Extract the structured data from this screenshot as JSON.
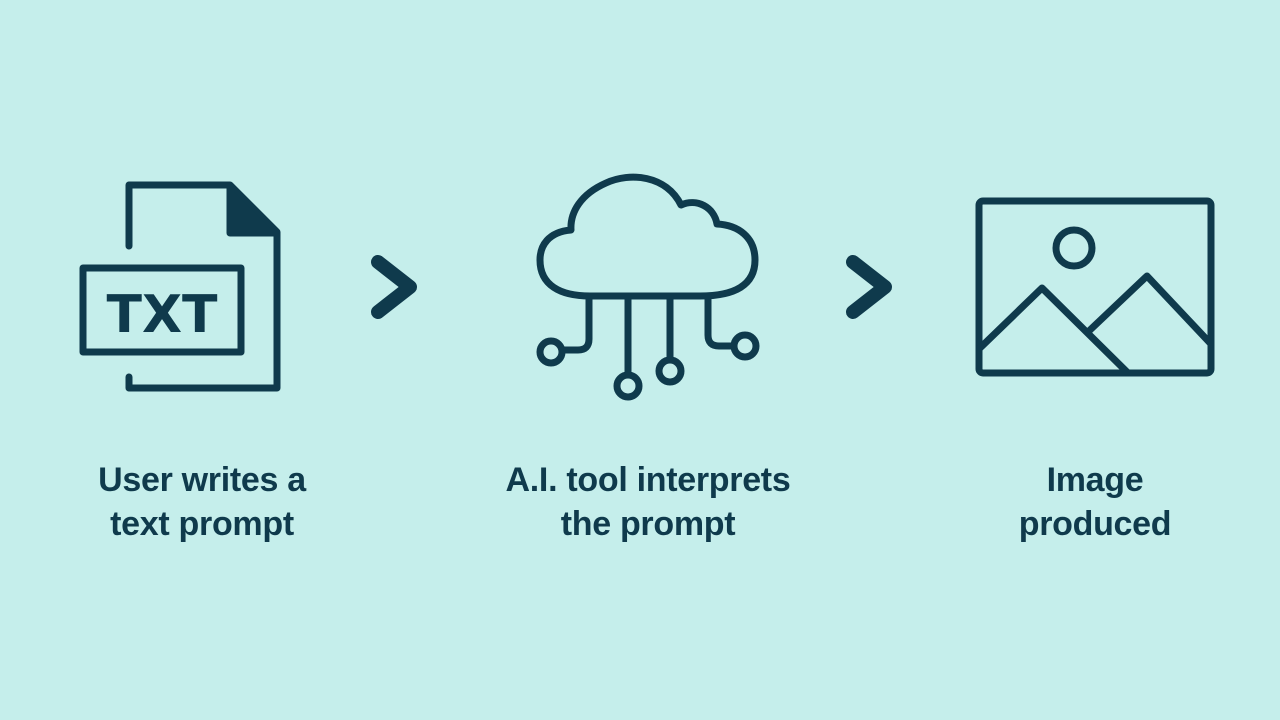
{
  "colors": {
    "background": "#c5eeeb",
    "ink": "#0f3a4c"
  },
  "icons": {
    "step1": "txt-file-icon",
    "arrow1": "chevron-right-icon",
    "step2": "ai-cloud-network-icon",
    "arrow2": "chevron-right-icon",
    "step3": "image-landscape-icon"
  },
  "file_icon_text": "TXT",
  "steps": [
    {
      "line1": "User writes a",
      "line2": "text prompt"
    },
    {
      "line1": "A.I. tool interprets",
      "line2": "the prompt"
    },
    {
      "line1": "Image",
      "line2": "produced"
    }
  ]
}
